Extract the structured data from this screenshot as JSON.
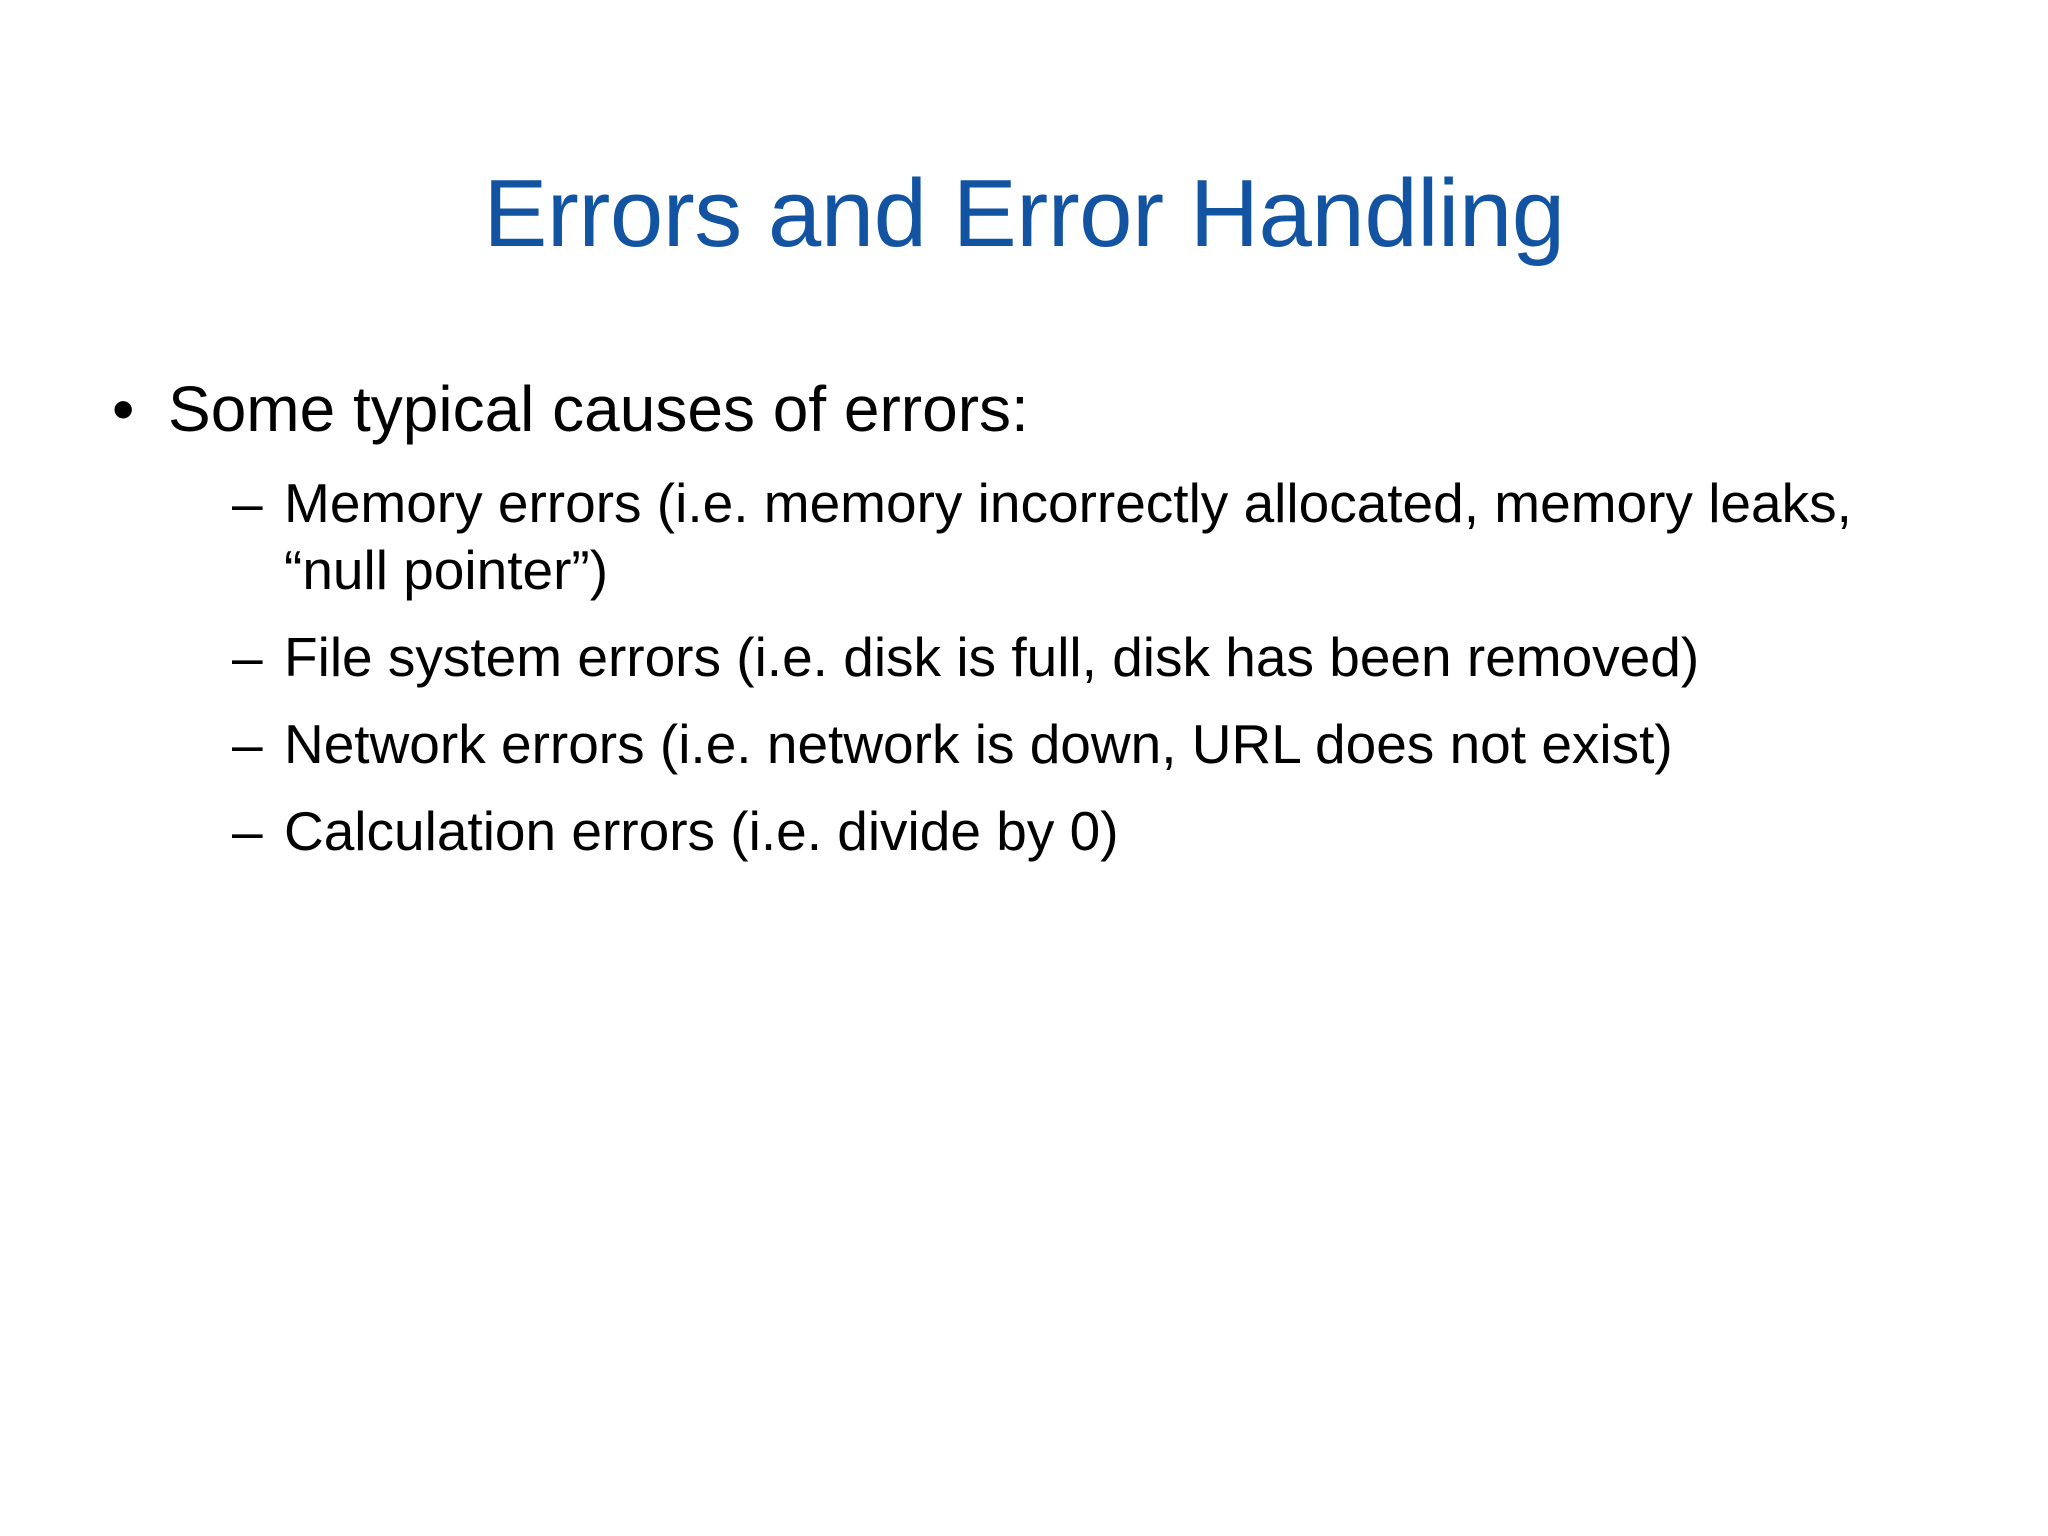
{
  "slide": {
    "title": "Errors and Error Handling",
    "title_color": "#1254A1",
    "body_color": "#000000",
    "background_color": "#FFFFFF",
    "bullets": [
      {
        "level": 1,
        "marker": "•",
        "marker_name": "round-bullet",
        "text": "Some typical causes of errors:"
      }
    ],
    "sub_bullets": [
      {
        "level": 2,
        "marker": "–",
        "marker_name": "dash-bullet",
        "text": "Memory errors (i.e. memory incorrectly allocated, memory leaks, “null pointer”)"
      },
      {
        "level": 2,
        "marker": "–",
        "marker_name": "dash-bullet",
        "text": "File system errors (i.e. disk is full, disk has been removed)"
      },
      {
        "level": 2,
        "marker": "–",
        "marker_name": "dash-bullet",
        "text": "Network errors (i.e. network is down, URL does not exist)"
      },
      {
        "level": 2,
        "marker": "–",
        "marker_name": "dash-bullet",
        "text": "Calculation errors (i.e. divide by 0)"
      }
    ]
  }
}
